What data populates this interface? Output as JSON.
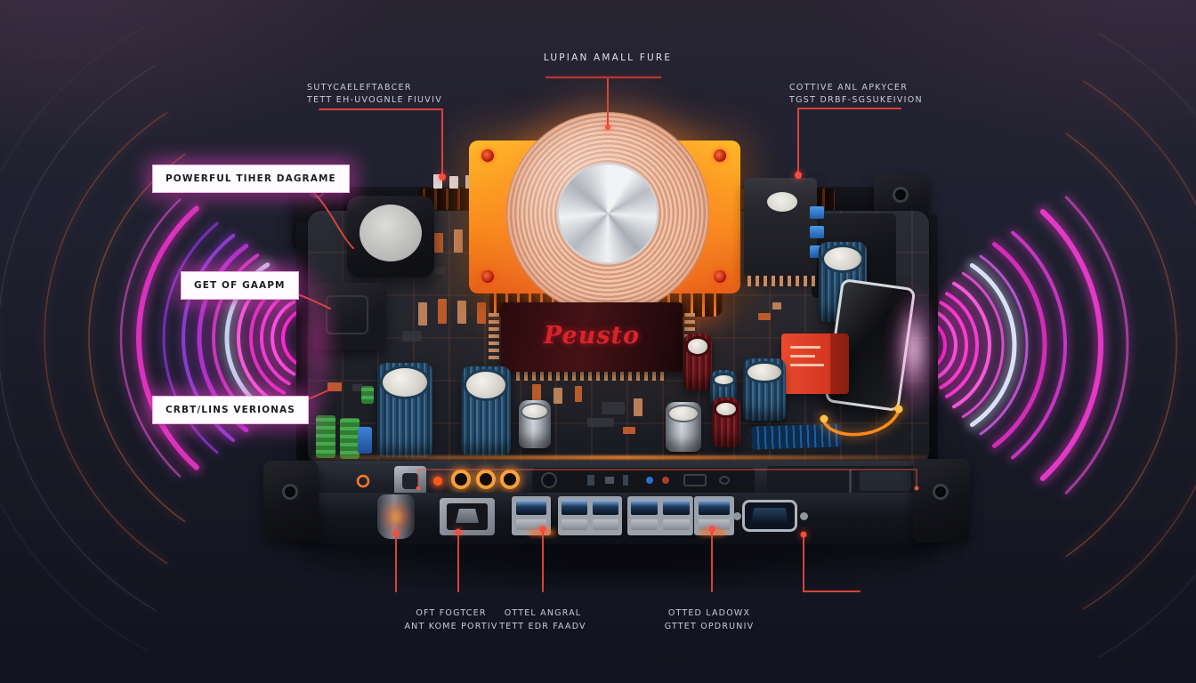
{
  "labels": {
    "top_center": "LUPIAN AMALL FURE",
    "top_left": {
      "line1": "SUTYCAELEFTABCER",
      "line2": "TETT EH-UVOGNLE FIUVIV"
    },
    "top_right": {
      "line1": "COTTIVE ANL APKYCER",
      "line2": "TGST DRBF-SGSUKEIVION"
    },
    "boxes": [
      "POWERFUL TIHER DAGRAME",
      "GET OF GAAPM",
      "CRBT/LINS VERIONAS"
    ],
    "bottom": [
      {
        "line1": "OFT FOGTCER",
        "line2": "ANT KOME PORTIV"
      },
      {
        "line1": "OTTEL ANGRAL",
        "line2": "TETT EDR FAADV"
      },
      {
        "line1": "OTTED LADOWX",
        "line2": "GTTET OPDRUNIV"
      }
    ]
  },
  "chip": {
    "brand": "Peusto"
  },
  "colors": {
    "background": "#1b1d2a",
    "pcb": "#23252d",
    "annotation_red": "#d8433a",
    "label_text": "#c9ccd4",
    "neon_pink": "#ff3fd8",
    "neon_purple": "#9b3fe0",
    "amp_orange": "#f78c1c",
    "coil_copper": "#e9b49c",
    "capacitor_blue": "#2e6f9e",
    "component_red": "#d93a2b"
  }
}
